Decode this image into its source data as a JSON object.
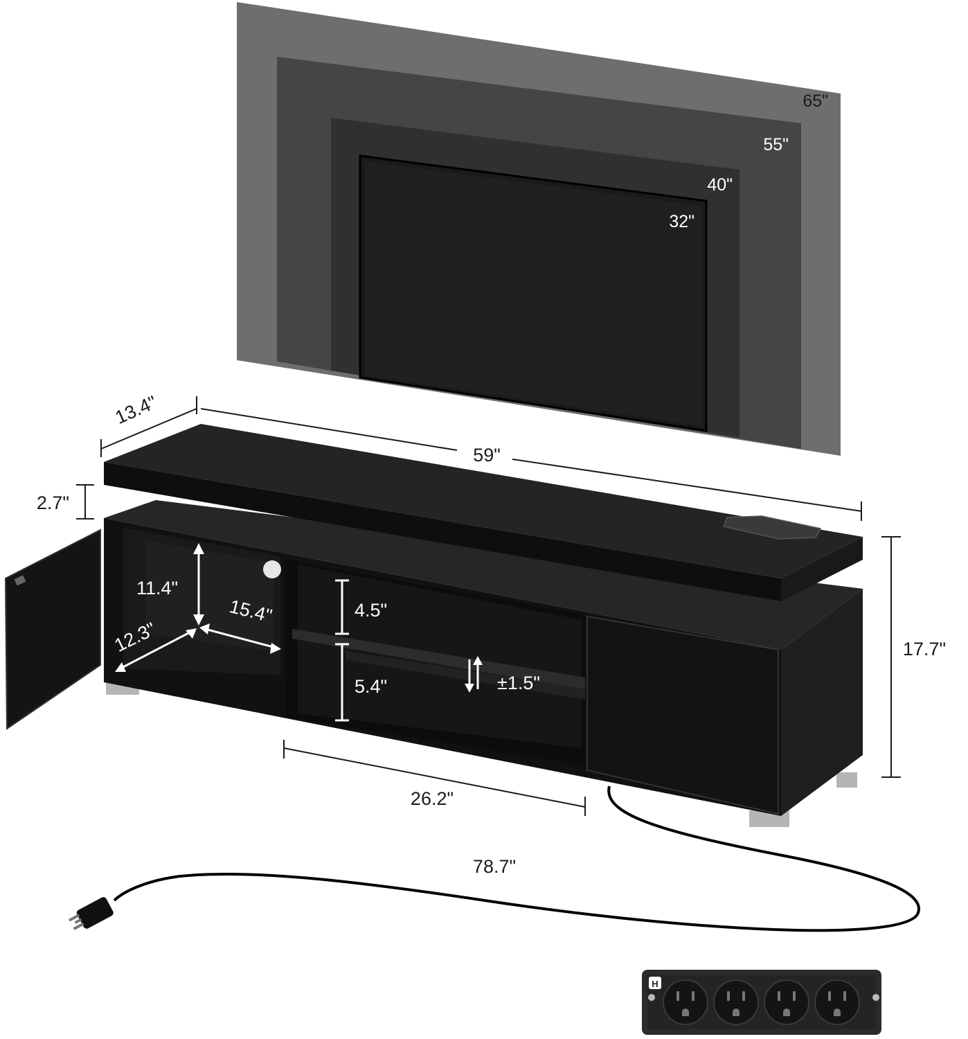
{
  "tv_sizes": [
    "65\"",
    "55\"",
    "40\"",
    "32\""
  ],
  "dimensions": {
    "depth": "13.4\"",
    "width": "59\"",
    "top_thickness": "2.7\"",
    "height": "17.7\"",
    "cabinet_height": "11.4\"",
    "cabinet_width": "15.4\"",
    "cabinet_depth": "12.3\"",
    "upper_shelf": "4.5\"",
    "lower_shelf": "5.4\"",
    "shelf_adjust": "±1.5\"",
    "open_section_width": "26.2\"",
    "cord_length": "78.7\""
  },
  "outlet_count": 4,
  "colors": {
    "tv_65": "#6e6e6e",
    "tv_55": "#454545",
    "tv_40": "#303030",
    "tv_32": "#1a1a1a",
    "furniture": "#1c1c1c"
  }
}
